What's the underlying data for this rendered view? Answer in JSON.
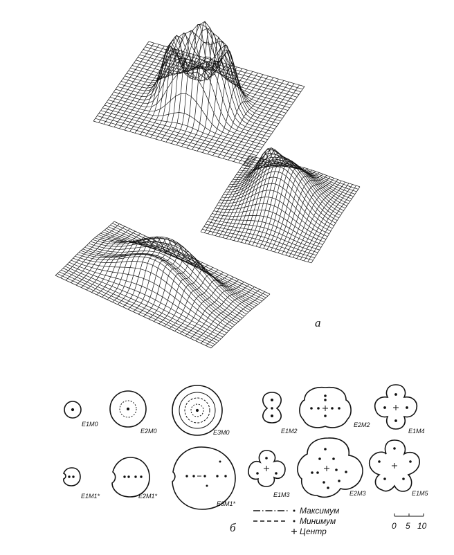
{
  "panel_a_label": "a",
  "panel_b_label": "б",
  "mode_labels": [
    "E1M0",
    "E2M0",
    "E3M0",
    "E1M2",
    "E2M2",
    "E1M4",
    "E1M1*",
    "E2M1*",
    "E3M1*",
    "E1M3",
    "E2M3",
    "E1M5"
  ],
  "legend": {
    "maximum": "Максимум",
    "minimum": "Минимум",
    "center": "Центр"
  },
  "scale": {
    "ticks": [
      "0",
      "5",
      "10"
    ]
  }
}
